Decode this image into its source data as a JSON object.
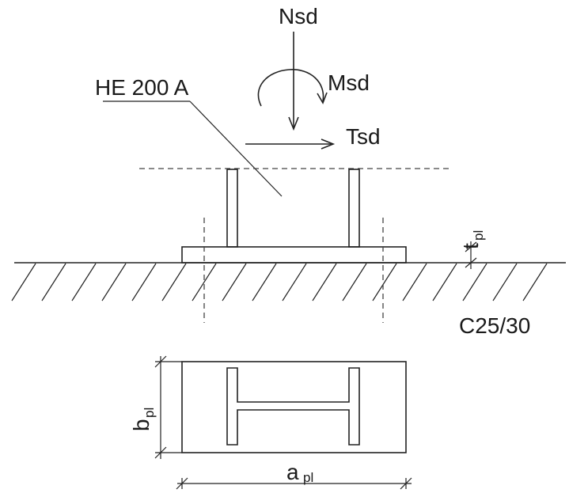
{
  "labels": {
    "normal_force": "Nsd",
    "moment": "Msd",
    "shear_force": "Tsd",
    "profile": "HE 200 A",
    "concrete_class": "C25/30",
    "plate_thickness_main": "t",
    "plate_thickness_sub": "pl",
    "plate_width_main": "b",
    "plate_width_sub": "pl",
    "plate_length_main": "a",
    "plate_length_sub": "pl"
  },
  "colors": {
    "line": "#222222",
    "text": "#1a1a1a",
    "background": "#ffffff"
  }
}
